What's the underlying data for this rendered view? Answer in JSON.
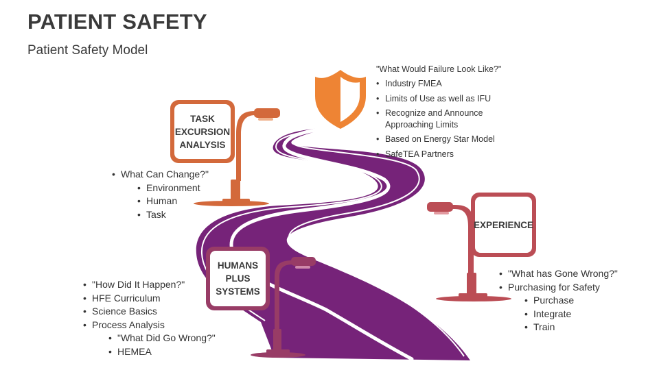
{
  "title": "PATIENT SAFETY",
  "subtitle": "Patient Safety Model",
  "colors": {
    "road": "#762379",
    "road_line": "#ffffff",
    "shield": "#ee8434",
    "task_sign": "#d3693b",
    "experience_sign": "#bb4d55",
    "humans_sign": "#983c66"
  },
  "top_section": {
    "icon": "shield-icon",
    "heading": "\"What Would Failure Look Like?\"",
    "items": [
      "Industry FMEA",
      "Limits of Use as well as IFU",
      "Recognize and Announce Approaching Limits",
      "Based on Energy Star Model",
      "SafeTEA Partners"
    ]
  },
  "task_section": {
    "sign_label": "TASK\nEXCURSION\nANALYSIS",
    "items": [
      {
        "text": "What Can Change?\"",
        "level": 1
      },
      {
        "text": "Environment",
        "level": 2
      },
      {
        "text": "Human",
        "level": 2
      },
      {
        "text": "Task",
        "level": 2
      }
    ]
  },
  "experience_section": {
    "sign_label": "EXPERIENCE",
    "items": [
      {
        "text": "\"What has Gone Wrong?\"",
        "level": 1
      },
      {
        "text": "Purchasing for Safety",
        "level": 1
      },
      {
        "text": "Purchase",
        "level": 2
      },
      {
        "text": "Integrate",
        "level": 2
      },
      {
        "text": "Train",
        "level": 2
      }
    ]
  },
  "humans_section": {
    "sign_label": "HUMANS\nPLUS\nSYSTEMS",
    "items": [
      {
        "text": "\"How Did It Happen?\"",
        "level": 1
      },
      {
        "text": "HFE Curriculum",
        "level": 1
      },
      {
        "text": "Science Basics",
        "level": 1
      },
      {
        "text": "Process Analysis",
        "level": 1
      },
      {
        "text": "\"What Did Go Wrong?\"",
        "level": 2
      },
      {
        "text": "HEMEA",
        "level": 2
      }
    ]
  }
}
